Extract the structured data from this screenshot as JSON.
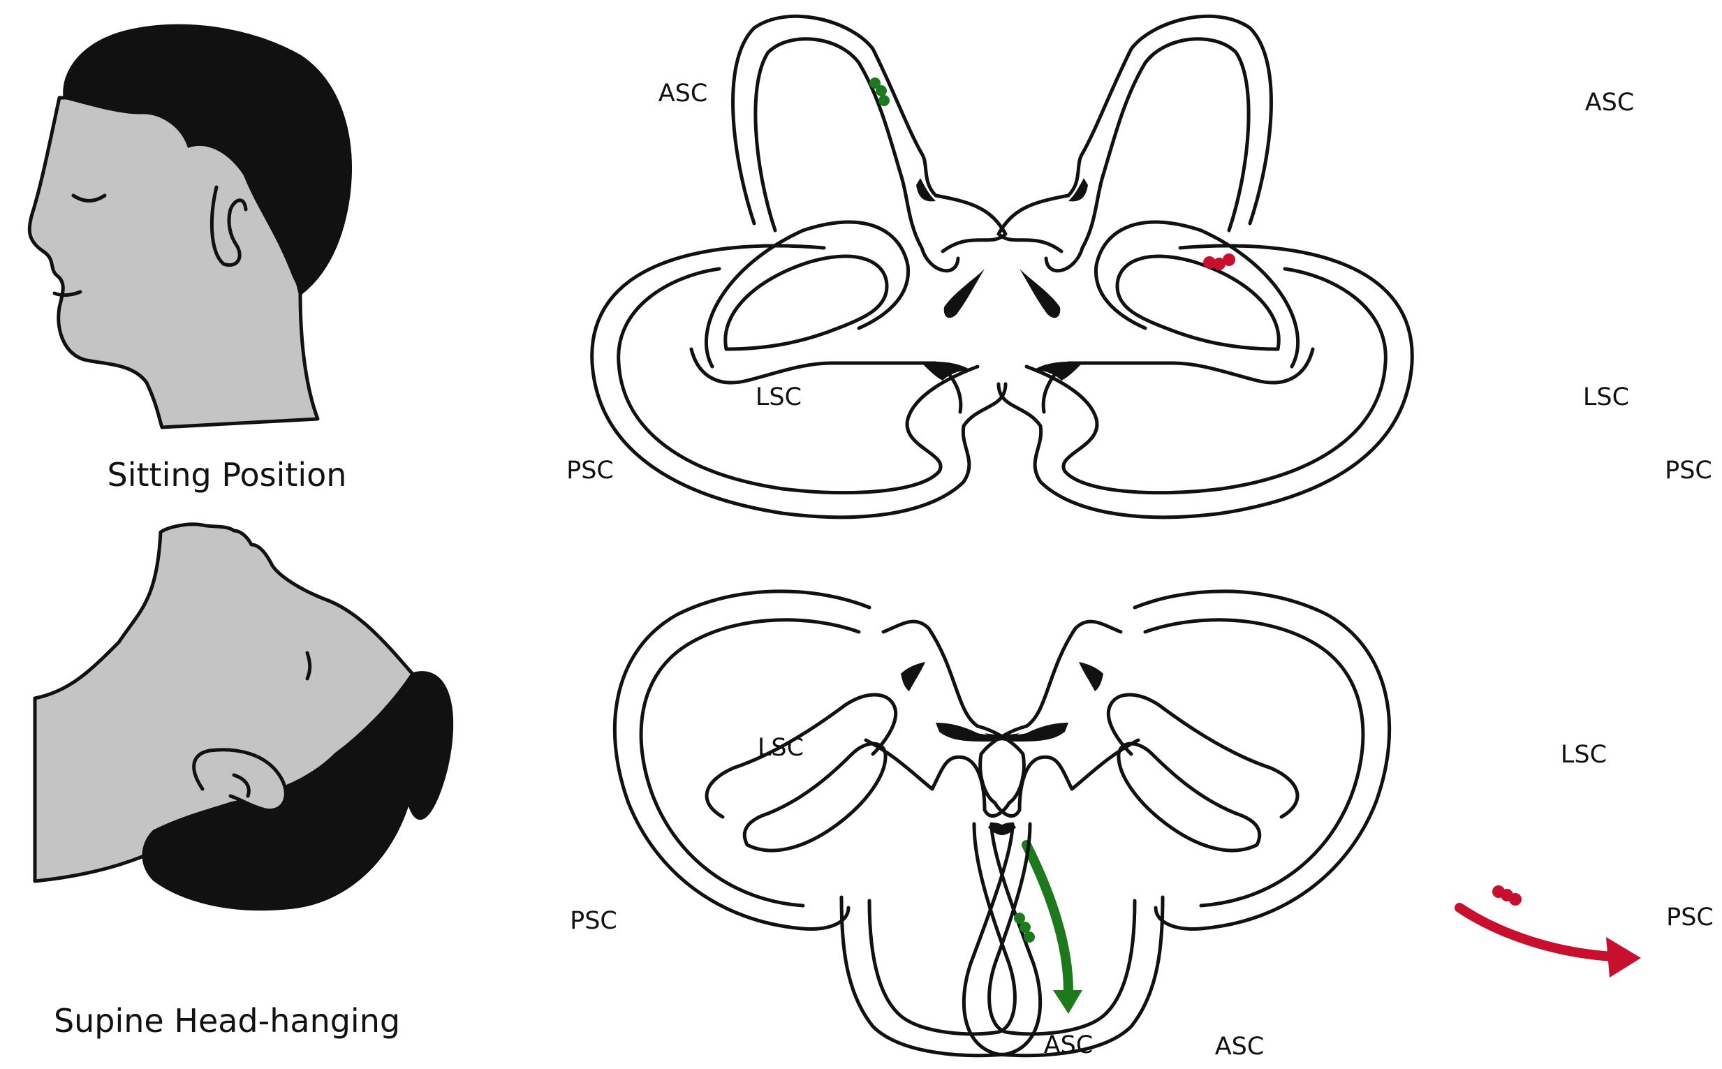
{
  "captions": {
    "sitting": "Sitting Position",
    "supine": "Supine Head-hanging"
  },
  "canal_labels": {
    "asc": "ASC",
    "lsc": "LSC",
    "psc": "PSC"
  },
  "colors": {
    "left_ear_otoconia": "#1c7a1c",
    "right_ear_otoconia": "#c8102e",
    "outline": "#111111",
    "skin": "#c4c4c4"
  }
}
